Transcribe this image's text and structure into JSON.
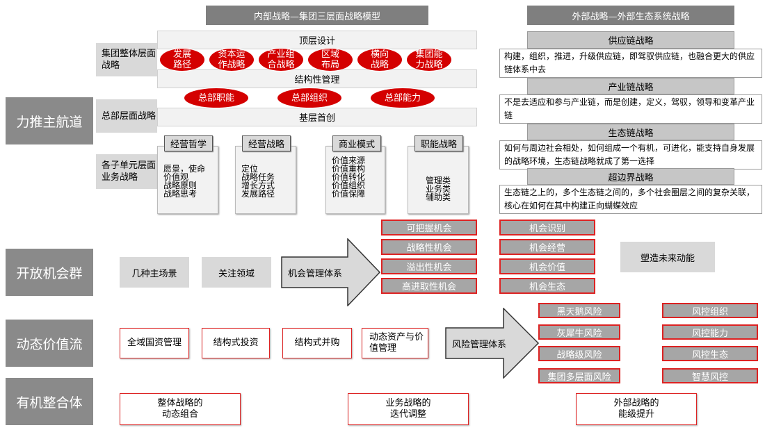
{
  "headers": {
    "internal": "内部战略—集团三层面战略模型",
    "external": "外部战略—外部生态系统战略"
  },
  "rows": [
    "力推主航道",
    "开放机会群",
    "动态价值流",
    "有机整合体"
  ],
  "sublabels": [
    "集团整体层面战略",
    "总部层面战略",
    "各子单元层面业务战略"
  ],
  "bands": [
    "顶层设计",
    "结构性管理",
    "基层首创"
  ],
  "group_ellipses": [
    [
      "发展",
      "路径"
    ],
    [
      "资本运",
      "作战略"
    ],
    [
      "产业组",
      "合战略"
    ],
    [
      "区域",
      "布局"
    ],
    [
      "横向",
      "战略"
    ],
    [
      "集团能",
      "力战略"
    ]
  ],
  "hq_ellipses": [
    "总部职能",
    "总部组织",
    "总部能力"
  ],
  "units": [
    {
      "title": "经营哲学",
      "items": [
        "愿景，使命",
        "价值观",
        "战略原则",
        "战略思考"
      ]
    },
    {
      "title": "经营战略",
      "items": [
        "定位",
        "战略任务",
        "增长方式",
        "发展路径"
      ]
    },
    {
      "title": "商业模式",
      "items": [
        "价值来源",
        "价值重构",
        "价值转化",
        "价值组织",
        "价值保障"
      ]
    },
    {
      "title": "职能战略",
      "items": [
        "管理类",
        "业务类",
        "辅助类"
      ]
    }
  ],
  "external": [
    {
      "title": "供应链战略",
      "text": "构建，组织，推进，升级供应链，即驾驭供应链，也融合更大的供应链体系中去"
    },
    {
      "title": "产业链战略",
      "text": "不是去适应和参与产业链，而是创建，定义，驾驭，领导和变革产业链"
    },
    {
      "title": "生态链战略",
      "text": "如何与周边社会相处，如何组成一个有机，可进化，能支持自身发展的战略环境，生态链战略就成了第一选择"
    },
    {
      "title": "超边界战略",
      "text": "生态链之上的，多个生态链之间的，多个社会圈层之间的复杂关联，核心在如何在其中构建正向蝴蝶效应"
    }
  ],
  "opportunity": {
    "scene": "几种主场景",
    "focus": "关注领域",
    "system": "机会管理体系",
    "types": [
      "可把握机会",
      "战略性机会",
      "溢出性机会",
      "高进取性机会"
    ],
    "stages": [
      "机会识别",
      "机会经营",
      "机会价值",
      "机会生态"
    ],
    "future": "塑造未来动能"
  },
  "value": {
    "items": [
      [
        "全域国资管理"
      ],
      [
        "结构式投资"
      ],
      [
        "结构式并购"
      ],
      [
        "动态资产与价",
        "值管理"
      ]
    ],
    "system": "风险管理体系",
    "risks": [
      "黑天鹅风险",
      "灰犀牛风险",
      "战略级风险",
      "集团多层面风险"
    ],
    "controls": [
      "风控组织",
      "风控能力",
      "风控生态",
      "智慧风控"
    ]
  },
  "integration": [
    [
      "整体战略的",
      "动态组合"
    ],
    [
      "业务战略的",
      "迭代调整"
    ],
    [
      "外部战略的",
      "能级提升"
    ]
  ]
}
